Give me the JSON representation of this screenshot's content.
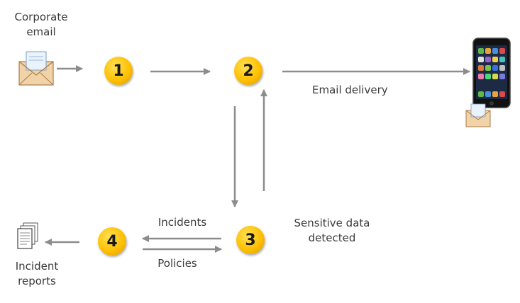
{
  "labels": {
    "corporate_email_line1": "Corporate",
    "corporate_email_line2": "email",
    "email_delivery": "Email delivery",
    "sensitive_line1": "Sensitive data",
    "sensitive_line2": "detected",
    "incidents": "Incidents",
    "policies": "Policies",
    "incident_reports_line1": "Incident",
    "incident_reports_line2": "reports"
  },
  "steps": {
    "step1": "1",
    "step2": "2",
    "step3": "3",
    "step4": "4"
  },
  "icons": {
    "email": "envelope-icon",
    "phone": "smartphone-icon",
    "reports": "documents-icon"
  },
  "colors": {
    "arrow": "#8c8c8c",
    "badge": "#ffc000",
    "text": "#3a3a3a"
  }
}
